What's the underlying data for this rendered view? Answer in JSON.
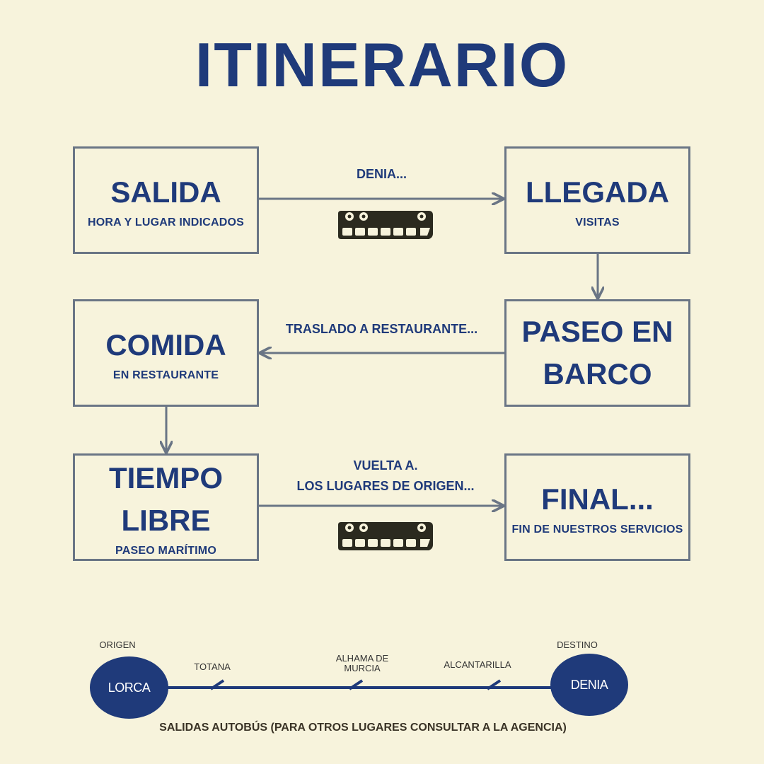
{
  "title": "ITINERARIO",
  "steps": [
    {
      "head": "SALIDA",
      "sub": "HORA Y LUGAR INDICADOS"
    },
    {
      "head": "LLEGADA",
      "sub": "VISITAS"
    },
    {
      "head": "COMIDA",
      "sub": "EN RESTAURANTE"
    },
    {
      "head": "PASEO EN BARCO",
      "sub": ""
    },
    {
      "head": "TIEMPO LIBRE",
      "sub": "PASEO MARÍTIMO"
    },
    {
      "head": "FINAL...",
      "sub": "FIN DE NUESTROS SERVICIOS"
    }
  ],
  "connectors": {
    "leg1": "DENIA...",
    "leg2": "TRASLADO A RESTAURANTE...",
    "leg3_line1": "VUELTA A.",
    "leg3_line2": "LOS LUGARES DE ORIGEN..."
  },
  "route": {
    "origin_label": "ORIGEN",
    "origin": "LORCA",
    "destination_label": "DESTINO",
    "destination": "DENIA",
    "stops": [
      "TOTANA",
      "ALHAMA DE MURCIA",
      "ALCANTARILLA"
    ]
  },
  "footer": "SALIDAS AUTOBÚS (PARA OTROS LUGARES CONSULTAR A LA AGENCIA)",
  "colors": {
    "background": "#f7f3dc",
    "accent": "#1f3a7a",
    "border": "#6a7585",
    "bus": "#2b2a1f"
  }
}
